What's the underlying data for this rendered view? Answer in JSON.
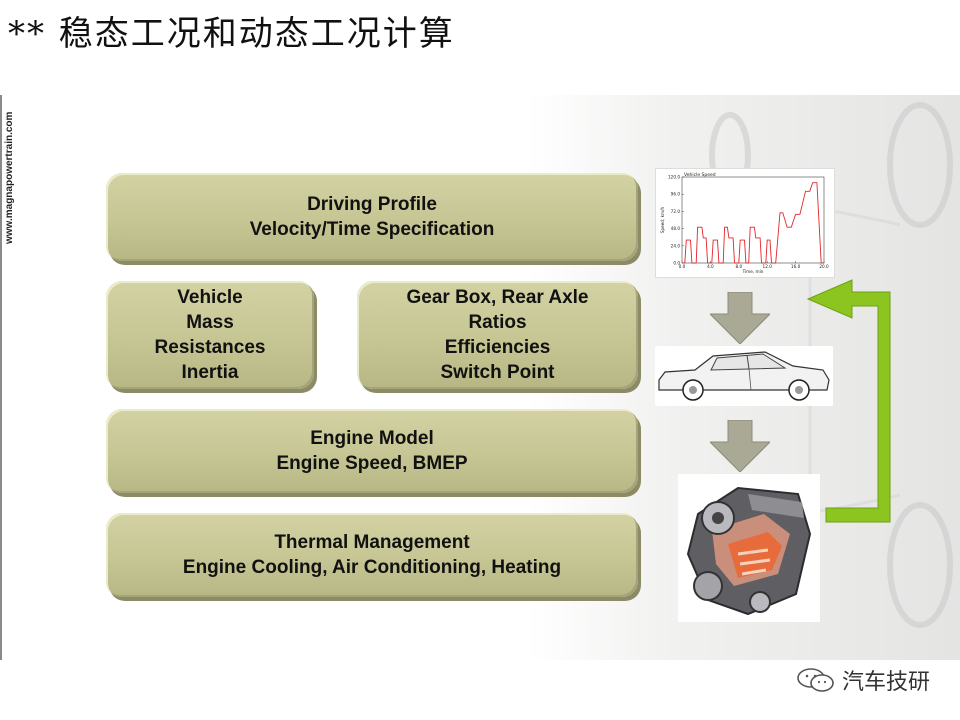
{
  "title": "** 稳态工况和动态工况计算",
  "sidebar_url": "www.magnapowertrain.com",
  "boxes": {
    "driving_profile": [
      "Driving Profile",
      "Velocity/Time Specification"
    ],
    "vehicle": [
      "Vehicle",
      "Mass",
      "Resistances",
      "Inertia"
    ],
    "gearbox": [
      "Gear Box, Rear Axle",
      "Ratios",
      "Efficiencies",
      "Switch Point"
    ],
    "engine_model": [
      "Engine Model",
      "Engine Speed, BMEP"
    ],
    "thermal": [
      "Thermal Management",
      "Engine Cooling, Air Conditioning, Heating"
    ]
  },
  "chart_data": {
    "type": "line",
    "title": "Vehicle Speed",
    "xlabel": "Time, min",
    "ylabel": "Speed, km/h",
    "xticks": [
      "0.0",
      "4.0",
      "8.0",
      "12.0",
      "16.0",
      "20.0"
    ],
    "yticks": [
      "0.0",
      "24.0",
      "48.0",
      "72.0",
      "96.0",
      "120.0"
    ],
    "xlim": [
      0,
      20
    ],
    "ylim": [
      0,
      120
    ],
    "x": [
      0,
      0.4,
      0.6,
      1.2,
      1.4,
      2.0,
      2.2,
      2.8,
      3.0,
      3.4,
      3.6,
      4.2,
      4.4,
      5.0,
      5.2,
      5.8,
      6.0,
      6.4,
      6.6,
      7.2,
      7.4,
      8.0,
      8.2,
      8.8,
      9.0,
      9.4,
      9.6,
      10.2,
      10.4,
      11.0,
      11.2,
      11.8,
      12.0,
      12.4,
      12.6,
      13.2,
      13.8,
      14.2,
      14.8,
      15.4,
      16.0,
      16.6,
      17.4,
      18.0,
      18.4,
      19.0,
      19.6,
      20
    ],
    "y": [
      0,
      0,
      32,
      32,
      0,
      0,
      50,
      50,
      35,
      35,
      0,
      0,
      32,
      32,
      0,
      0,
      50,
      50,
      35,
      35,
      0,
      0,
      32,
      32,
      0,
      0,
      50,
      50,
      35,
      35,
      0,
      0,
      32,
      32,
      0,
      0,
      70,
      70,
      50,
      50,
      68,
      68,
      100,
      100,
      112,
      112,
      0,
      0
    ],
    "color": "#e0262a"
  },
  "colors": {
    "box_fill": "#c6c594",
    "arrow_green": "#8cc51f",
    "arrow_gray": "#a9a996"
  },
  "watermark": "汽车技研",
  "icons": [
    "arrow-down-icon",
    "feedback-arrow-icon",
    "car-image",
    "engine-image",
    "wechat-icon"
  ]
}
